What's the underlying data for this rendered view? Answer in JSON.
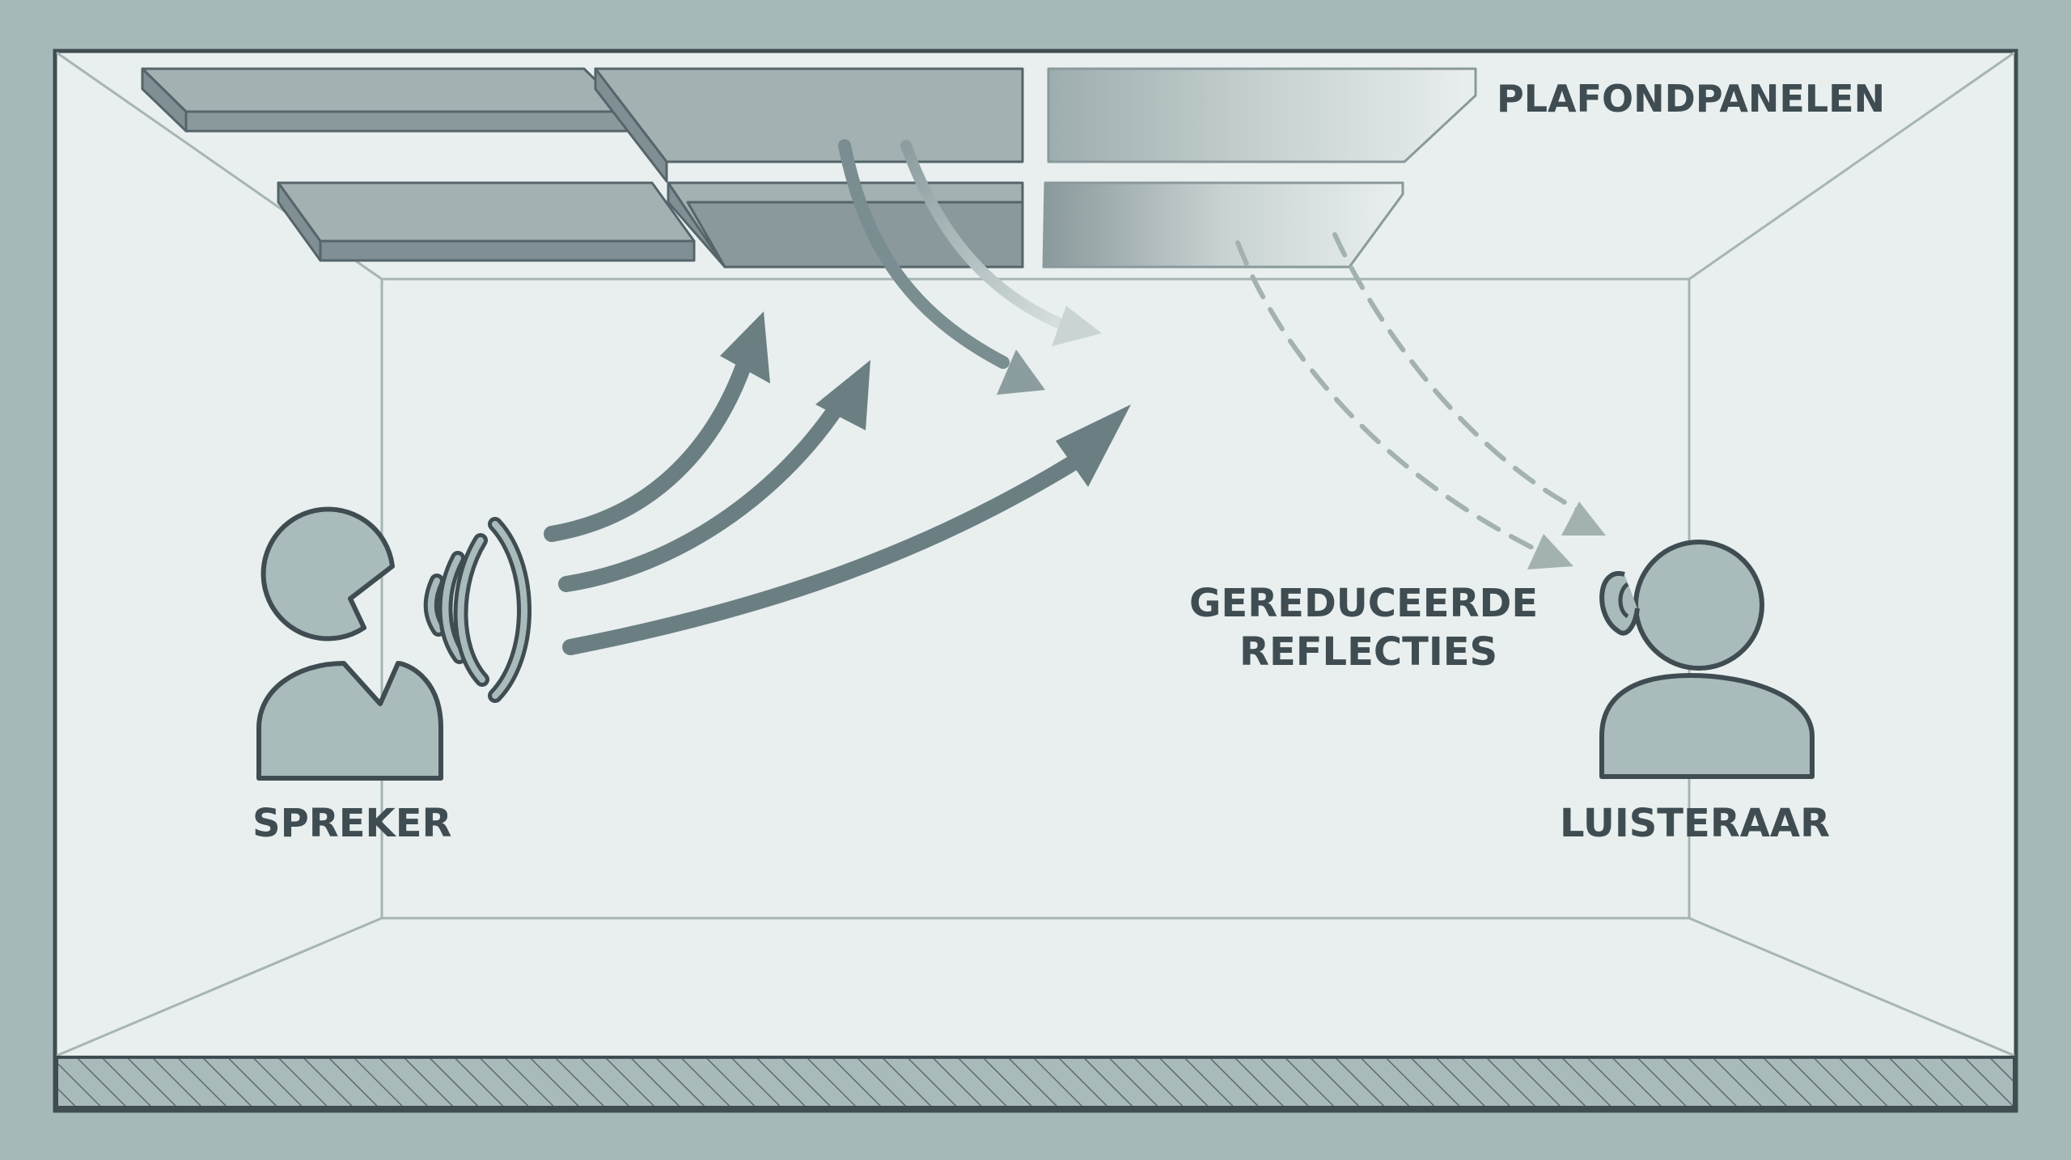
{
  "labels": {
    "panels": "PLAFONDPANELEN",
    "reduced_line1": "GEREDUCEERDE",
    "reduced_line2": "REFLECTIES",
    "speaker": "SPREKER",
    "listener": "LUISTERAAR"
  },
  "colors": {
    "outer_frame": "#a6b9b9",
    "room_fill": "#e8efee",
    "room_line": "#a6b5b3",
    "frame_stroke": "#3f4d52",
    "figure_fill": "#a9bbbb",
    "figure_stroke": "#3f4d52",
    "panel_top": "#a3b1b2",
    "panel_front": "#7f8f93",
    "arrow": "#6b7f83",
    "arrow_faded": "#b2c0c0",
    "dashed_arrow": "#a3b2b1",
    "text": "#3f4d52"
  },
  "icons": {
    "speaker": "speaking-person-icon",
    "listener": "listening-person-icon",
    "sound_waves": "sound-waves-icon"
  }
}
